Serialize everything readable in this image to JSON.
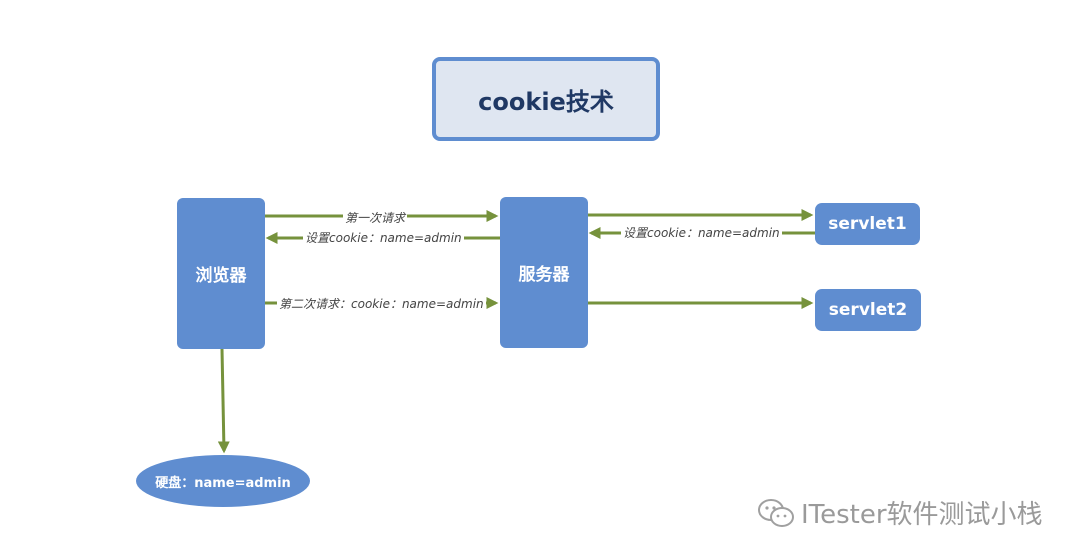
{
  "title": "cookie技术",
  "nodes": {
    "browser": "浏览器",
    "server": "服务器",
    "servlet1": "servlet1",
    "servlet2": "servlet2",
    "disk": "硬盘：name=admin"
  },
  "edges": {
    "first_request": "第一次请求",
    "set_cookie_to_browser": "设置cookie：name=admin",
    "second_request": "第二次请求：cookie：name=admin",
    "set_cookie_from_servlet": "设置cookie：name=admin"
  },
  "watermark": "ITester软件测试小栈",
  "colors": {
    "node_fill": "#5f8dd0",
    "arrow": "#76923c",
    "title_fill": "#dfe6f1"
  }
}
